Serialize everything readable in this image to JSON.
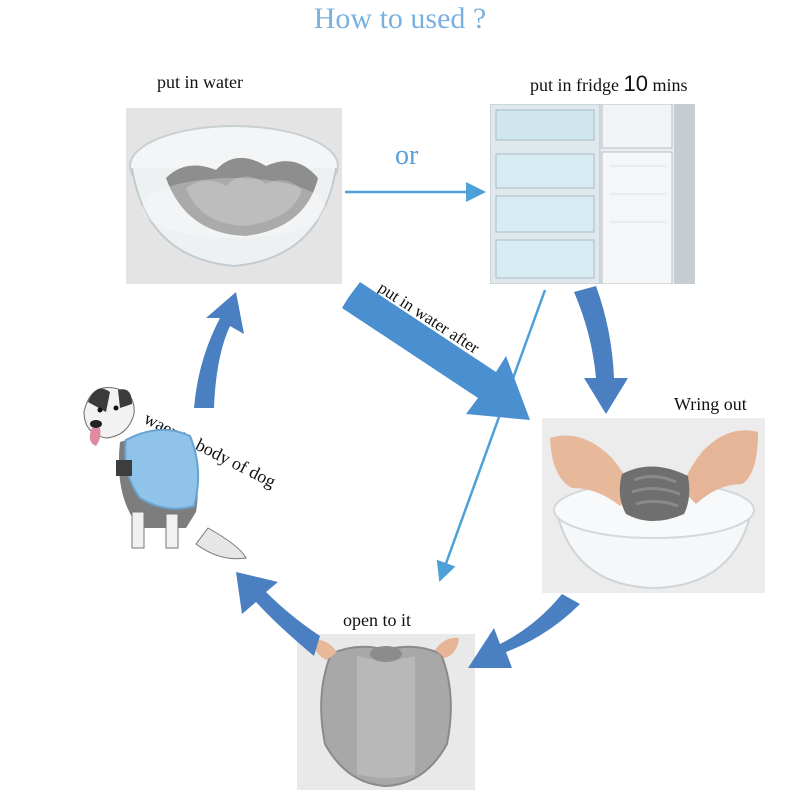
{
  "title": "How to used ?",
  "steps": {
    "water": "put in water",
    "fridge_prefix": "put in fridge ",
    "fridge_number": "10",
    "fridge_suffix": " mins",
    "or": "or",
    "after": "put in water after",
    "wring": "Wring out",
    "wear": "waer to  body of dog",
    "open": "open  to it"
  },
  "colors": {
    "arrow_blue": "#4a7fc1",
    "arrow_light": "#4da0d8",
    "title_blue": "#7ab0e0",
    "vest_blue": "#8fc3ea",
    "vest_grey": "#a9a9a9"
  },
  "icons": {
    "bowl": "bowl-with-vest-image",
    "fridge": "fridge-image",
    "wring": "hands-wringing-vest-image",
    "vest": "open-vest-image",
    "dog": "dog-wearing-vest-image"
  }
}
